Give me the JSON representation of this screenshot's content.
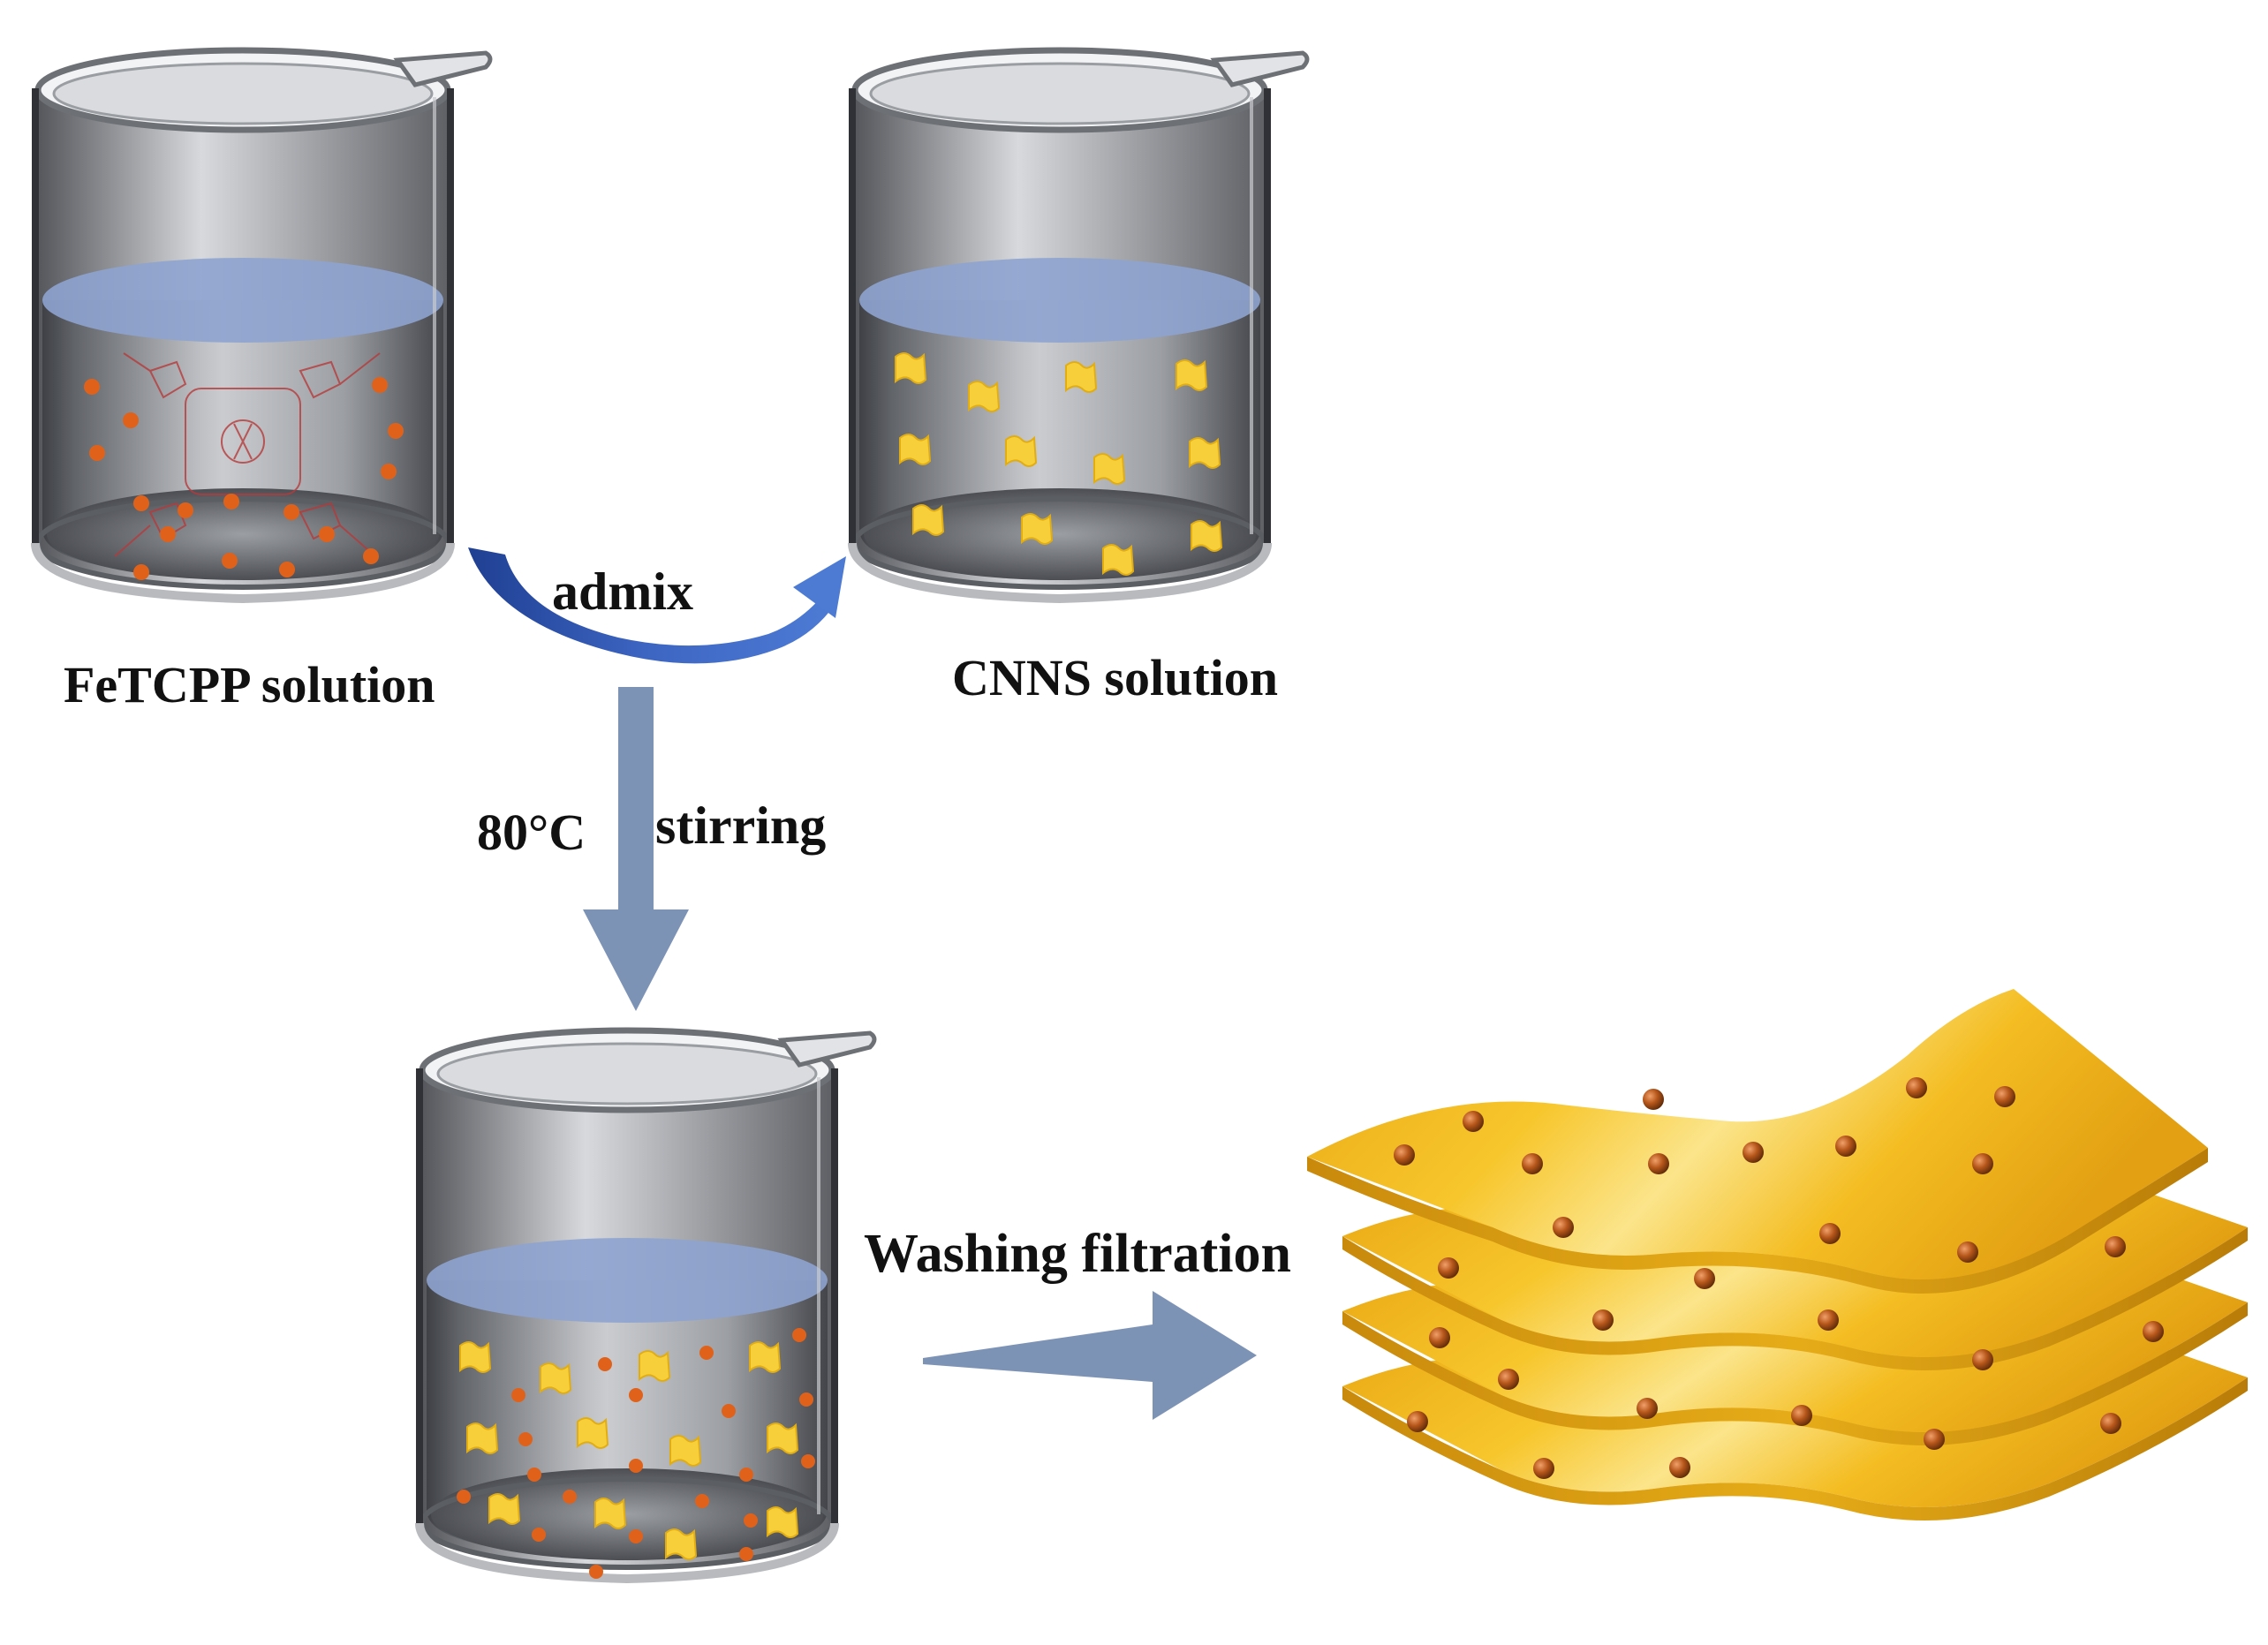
{
  "labels": {
    "fetcpp": "FeTCPP solution",
    "cnns": "CNNS solution",
    "admix": "admix",
    "temperature": "80°C",
    "stirring": "stirring",
    "washing": "Washing filtration"
  },
  "colors": {
    "beaker_glass": "#8f9297",
    "beaker_dark": "#3c3e44",
    "liquid": "#8ea3cf",
    "fe_particle": "#e0621a",
    "cnns_flake": "#f6cf3a",
    "sheet": "#f2b71b",
    "sheet_particle": "#b5561a",
    "arrow_blue": "#3057b4",
    "arrow_grey": "#7d93b6",
    "porphyrin": "#b63a3a"
  },
  "icons": {
    "beaker": "beaker-icon",
    "flake": "nanosheet-flake-icon",
    "particle": "fetcpp-particle-icon",
    "sheets": "stacked-nanosheet-icon"
  }
}
